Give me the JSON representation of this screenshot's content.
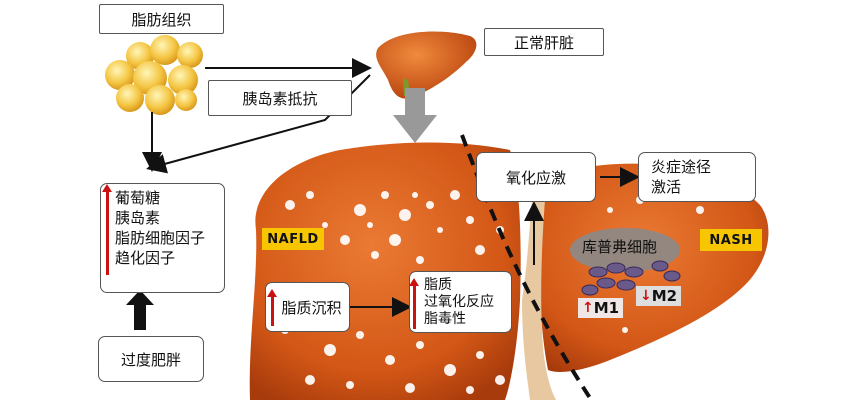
{
  "adipose": {
    "title": "脂肪组织"
  },
  "normal_liver": {
    "label": "正常肝脏"
  },
  "insulin_resistance": {
    "label": "胰岛素抵抗"
  },
  "factors": {
    "lines": [
      "葡萄糖",
      "胰岛素",
      "脂肪细胞因子",
      "趋化因子"
    ]
  },
  "obesity": {
    "label": "过度肥胖"
  },
  "nafld": {
    "tag": "NAFLD"
  },
  "lipid_deposit": {
    "label": "脂质沉积"
  },
  "lipid_effects": {
    "lines": [
      "脂质",
      "过氧化反应",
      "脂毒性"
    ]
  },
  "oxidative_stress": {
    "label": "氧化应激"
  },
  "inflammation": {
    "lines": [
      "炎症途径",
      "激活"
    ]
  },
  "nash": {
    "tag": "NASH"
  },
  "kupffer": {
    "label": "库普弗细胞"
  },
  "macrophages": {
    "m1": "M1",
    "m2": "M2"
  },
  "colors": {
    "liver": "#d9581a",
    "liver_dark": "#b8410f",
    "tag": "#f7c600",
    "up_arrow": "#cc1111"
  }
}
